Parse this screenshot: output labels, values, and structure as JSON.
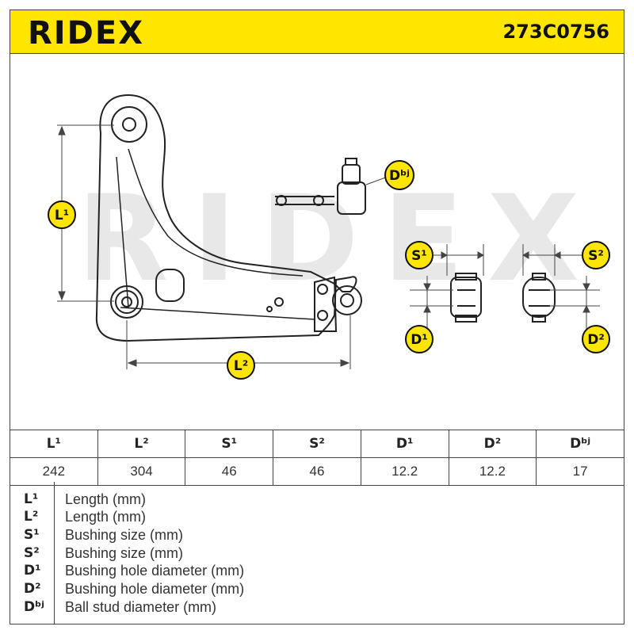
{
  "header": {
    "brand": "RIDEX",
    "part_number": "273C0756",
    "background": "#ffe600"
  },
  "diagram": {
    "watermark": "RIDEX",
    "badge_color": "#ffe600",
    "labels": {
      "L1": "L¹",
      "L2": "L²",
      "S1": "S¹",
      "S2": "S²",
      "D1": "D¹",
      "D2": "D²",
      "Dbj": "Dᵇʲ"
    }
  },
  "spec_table": {
    "headers": [
      "L¹",
      "L²",
      "S¹",
      "S²",
      "D¹",
      "D²",
      "Dᵇʲ"
    ],
    "values": [
      "242",
      "304",
      "46",
      "46",
      "12.2",
      "12.2",
      "17"
    ]
  },
  "legend": [
    {
      "symbol": "L¹",
      "description": "Length (mm)"
    },
    {
      "symbol": "L²",
      "description": "Length (mm)"
    },
    {
      "symbol": "S¹",
      "description": "Bushing size (mm)"
    },
    {
      "symbol": "S²",
      "description": "Bushing size (mm)"
    },
    {
      "symbol": "D¹",
      "description": "Bushing hole diameter (mm)"
    },
    {
      "symbol": "D²",
      "description": "Bushing hole diameter (mm)"
    },
    {
      "symbol": "Dᵇʲ",
      "description": "Ball stud diameter (mm)"
    }
  ]
}
